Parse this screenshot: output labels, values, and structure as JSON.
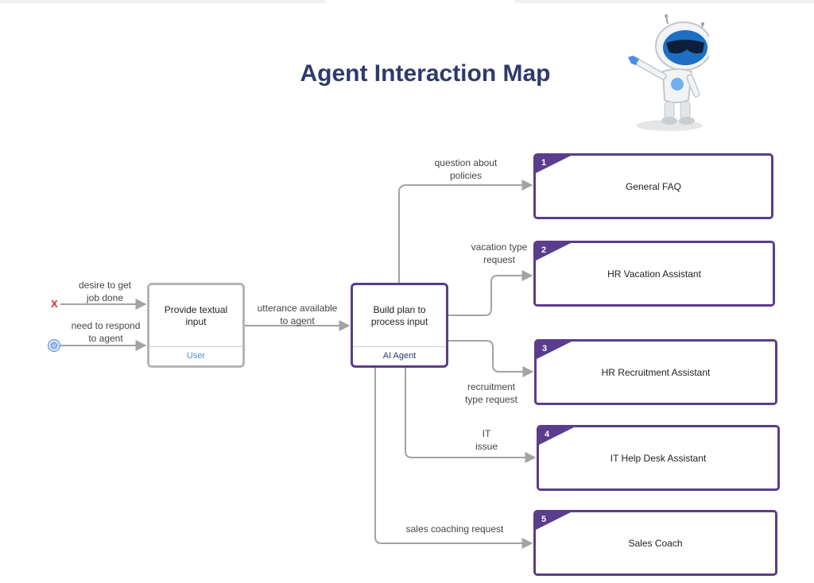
{
  "title": "Agent Interaction Map",
  "starts": {
    "cross_glyph": "X",
    "desire": "desire to get\njob done",
    "respond": "need to respond\nto agent"
  },
  "tasks": {
    "user": {
      "name": "Provide textual\ninput",
      "role": "User"
    },
    "agent": {
      "name": "Build plan to\nprocess input",
      "role": "AI Agent"
    }
  },
  "flow_labels": {
    "utterance": "utterance available\nto agent",
    "policies": "question about\npolicies",
    "vacation": "vacation type\nrequest",
    "recruitment": "recruitment\ntype request",
    "it": "IT\nissue",
    "sales": "sales coaching request"
  },
  "destinations": [
    {
      "number": "1",
      "name": "General FAQ"
    },
    {
      "number": "2",
      "name": "HR Vacation Assistant"
    },
    {
      "number": "3",
      "name": "HR Recruitment Assistant"
    },
    {
      "number": "4",
      "name": "IT Help Desk Assistant"
    },
    {
      "number": "5",
      "name": "Sales Coach"
    }
  ],
  "colors": {
    "title": "#2d3a6b",
    "agent_border": "#5a3d8c",
    "user_border": "#b5b5b5",
    "connector": "#a3a3a3",
    "user_role": "#4a90d9",
    "start_cross": "#d0302f"
  },
  "icons": {
    "start_cross": "x-mark-icon",
    "start_message": "message-start-icon",
    "robot": "robot-mascot-icon"
  }
}
